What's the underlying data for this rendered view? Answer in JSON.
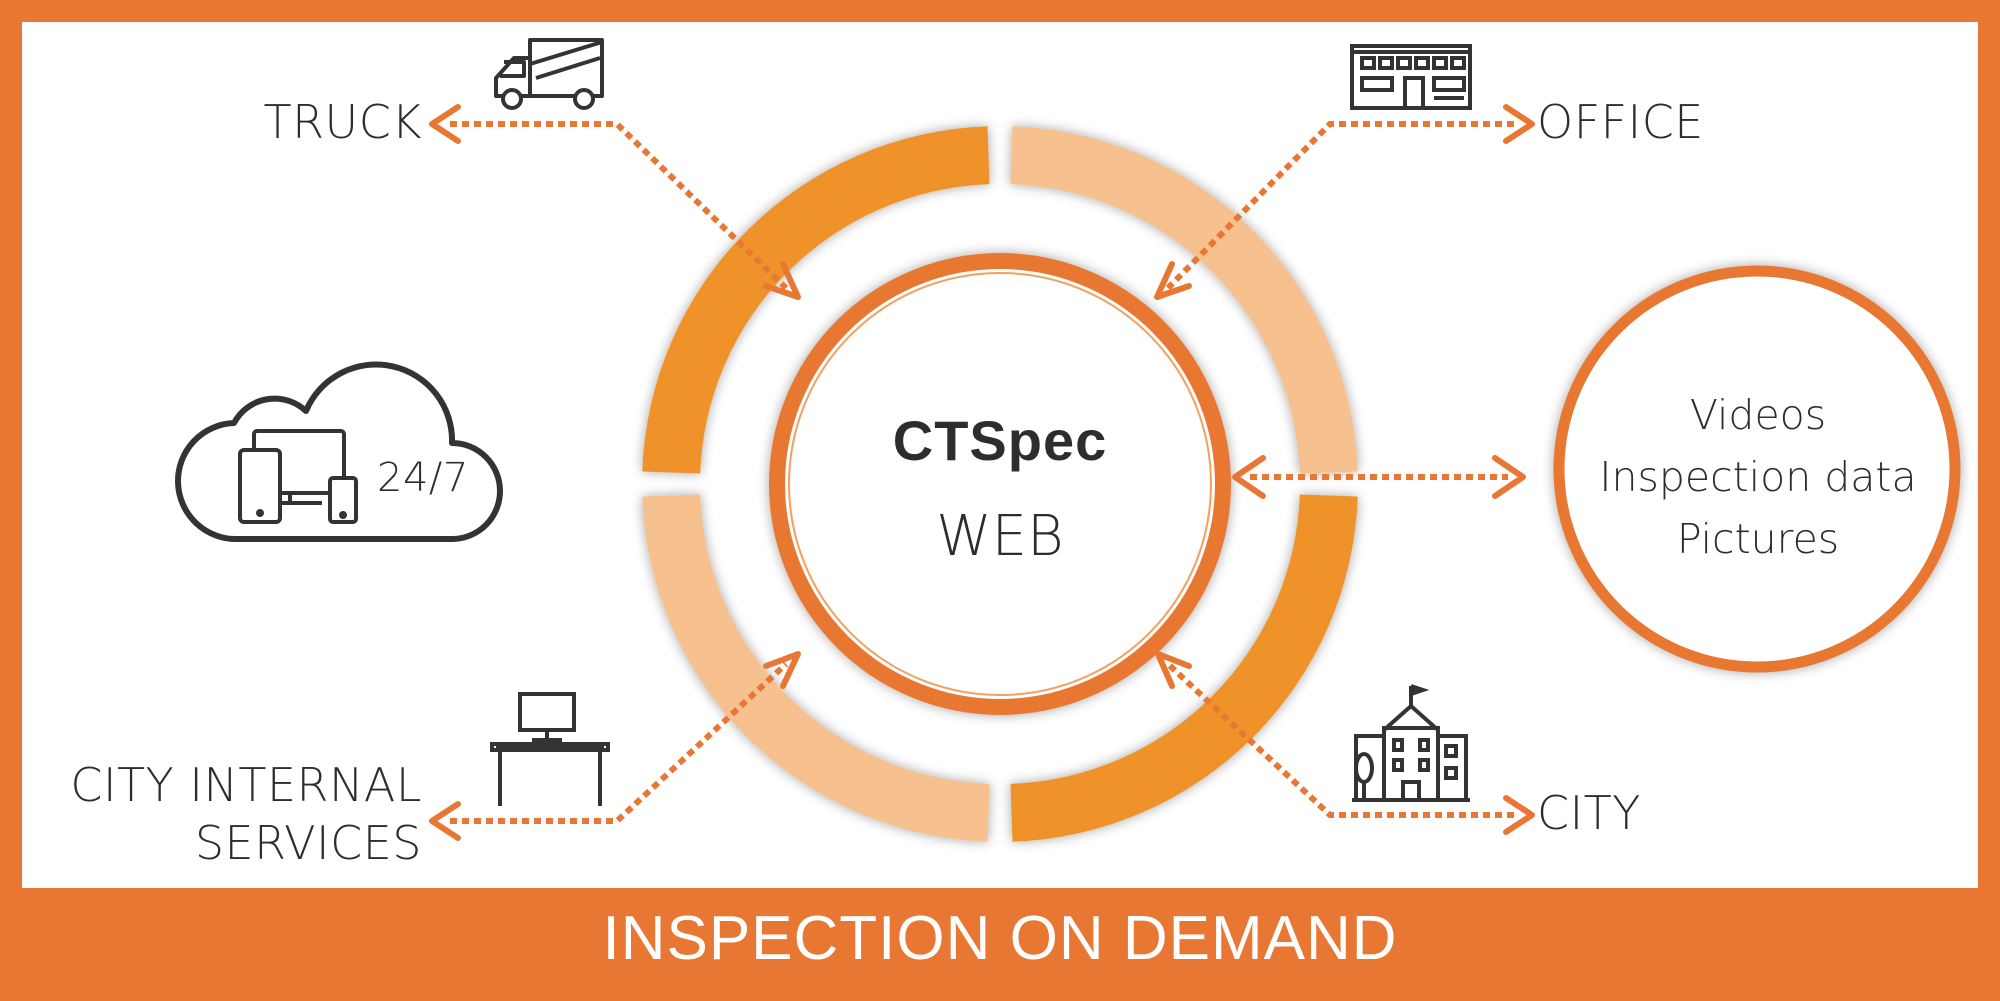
{
  "diagram": {
    "center": {
      "title": "CTSpec",
      "subtitle": "WEB"
    },
    "nodes": {
      "truck": "TRUCK",
      "office": "OFFICE",
      "city": "CITY",
      "city_internal_services": [
        "CITY INTERNAL",
        "SERVICES"
      ]
    },
    "cloud": {
      "caption": "24/7"
    },
    "storage": {
      "items": [
        "Videos",
        "Inspection data",
        "Pictures"
      ]
    },
    "footer": {
      "label": "INSPECTION ON DEMAND"
    }
  },
  "colors": {
    "frame": "#e87733",
    "arc_dark": "#f0922b",
    "arc_light": "#f6c08f",
    "ring": "#e87733",
    "arrow": "#e87733",
    "icon": "#333333",
    "text": "#2d2d2d"
  },
  "icons": [
    "truck-icon",
    "office-building-icon",
    "city-hall-icon",
    "desk-computer-icon",
    "cloud-devices-icon"
  ]
}
